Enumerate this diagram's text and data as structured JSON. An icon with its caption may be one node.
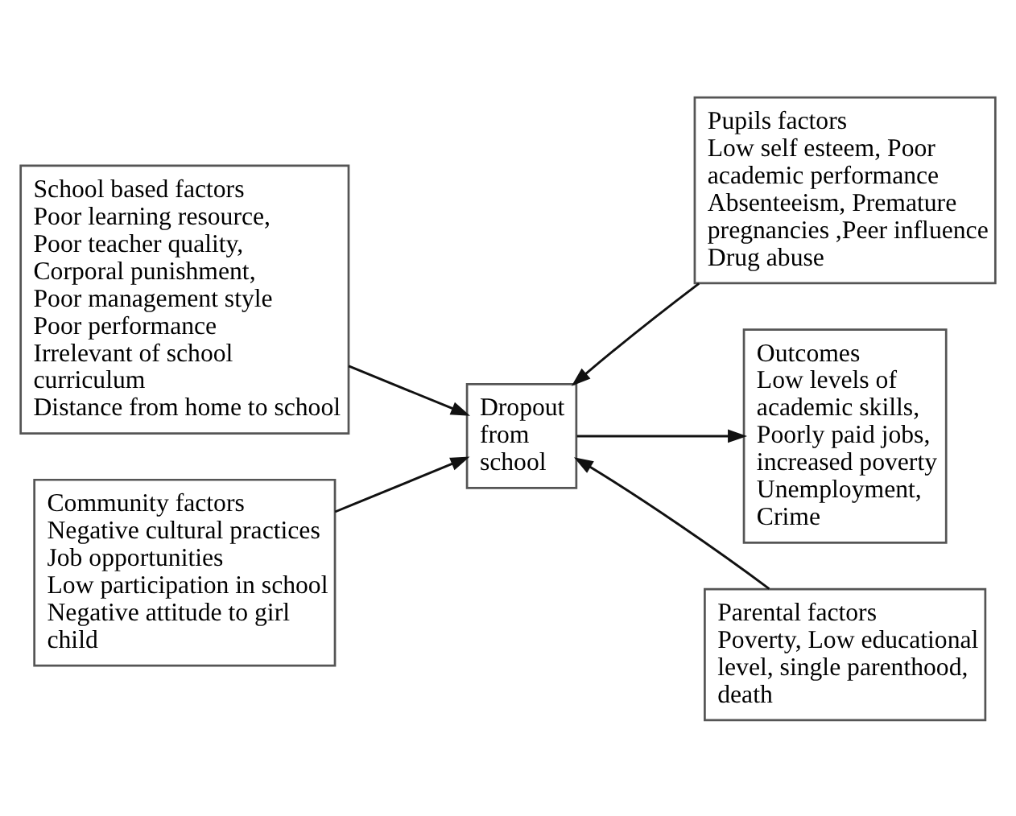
{
  "diagram": {
    "nodes": [
      {
        "text": [
          "School based factors",
          "Poor learning resource,",
          "Poor teacher quality,",
          "Corporal punishment,",
          "Poor management style",
          "Poor performance",
          "Irrelevant of school curriculum",
          "Distance from home to school"
        ]
      },
      {
        "text": [
          "Pupils factors",
          "Low self esteem, Poor academic performance",
          "Absenteeism, Premature pregnancies ,Peer influence",
          "Drug abuse"
        ]
      },
      {
        "text": [
          "Dropout from school"
        ]
      },
      {
        "text": [
          "Outcomes",
          "Low levels of academic skills,",
          "Poorly paid jobs, increased poverty",
          "Unemployment,",
          "Crime"
        ]
      },
      {
        "text": [
          "Community factors",
          "Negative cultural practices",
          "Job opportunities",
          "Low participation in school",
          "Negative attitude to girl child"
        ]
      },
      {
        "text": [
          "Parental factors",
          "Poverty, Low educational level, single parenthood, death"
        ]
      }
    ],
    "edges": [
      {
        "from": 0,
        "to": 2,
        "arrow": "to"
      },
      {
        "from": 1,
        "to": 2,
        "arrow": "to"
      },
      {
        "from": 2,
        "to": 3,
        "arrow": "to"
      },
      {
        "from": 4,
        "to": 2,
        "arrow": "to"
      },
      {
        "from": 5,
        "to": 2,
        "arrow": "to"
      }
    ]
  }
}
